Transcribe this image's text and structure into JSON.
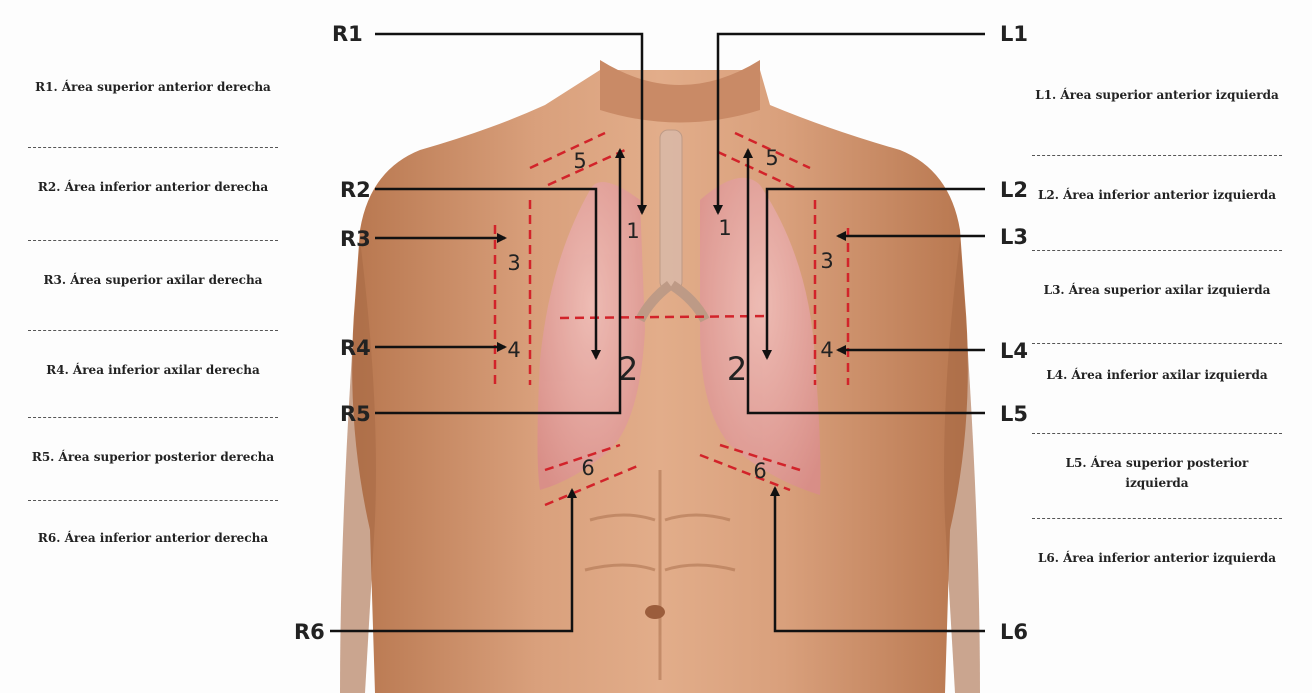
{
  "left_legend": [
    {
      "id": "R1",
      "text": "R1. Área superior anterior derecha"
    },
    {
      "id": "R2",
      "text": "R2. Área inferior anterior derecha"
    },
    {
      "id": "R3",
      "text": "R3. Área superior axilar derecha"
    },
    {
      "id": "R4",
      "text": "R4. Área inferior axilar derecha"
    },
    {
      "id": "R5",
      "text": "R5. Área superior posterior derecha"
    },
    {
      "id": "R6",
      "text": "R6. Área inferior anterior derecha"
    }
  ],
  "right_legend": [
    {
      "id": "L1",
      "text": "L1. Área superior anterior izquierda"
    },
    {
      "id": "L2",
      "text": "L2. Área inferior anterior izquierda"
    },
    {
      "id": "L3",
      "text": "L3. Área superior axilar izquierda"
    },
    {
      "id": "L4",
      "text": "L4. Área inferior axilar izquierda"
    },
    {
      "id": "L5",
      "text": "L5. Área superior posterior izquierda"
    },
    {
      "id": "L6",
      "text": "L6. Área inferior anterior izquierda"
    }
  ],
  "callouts": {
    "R1": "R1",
    "R2": "R2",
    "R3": "R3",
    "R4": "R4",
    "R5": "R5",
    "R6": "R6",
    "L1": "L1",
    "L2": "L2",
    "L3": "L3",
    "L4": "L4",
    "L5": "L5",
    "L6": "L6"
  },
  "zone_numbers": {
    "n1": "1",
    "n2": "2",
    "n3": "3",
    "n4": "4",
    "n5": "5",
    "n6": "6"
  },
  "colors": {
    "skin": "#d49a78",
    "skin_shadow": "#b97a58",
    "lung": "#e8a8a6",
    "zone_line": "#d2232a",
    "arrow": "#111111"
  }
}
